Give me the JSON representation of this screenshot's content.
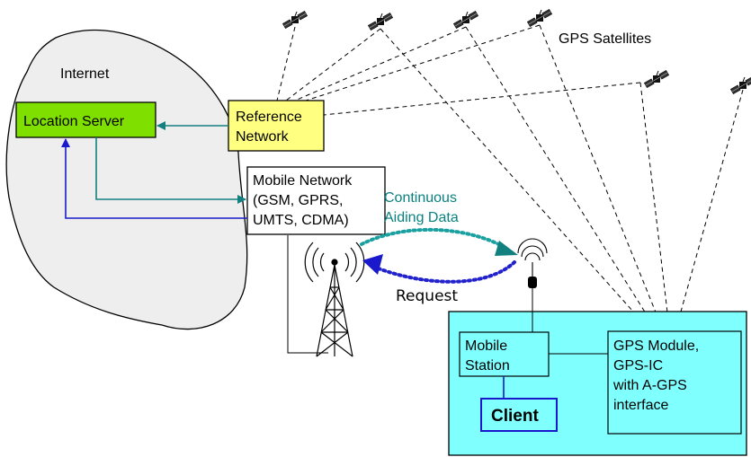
{
  "labels": {
    "gps_satellites": "GPS Satellites",
    "internet": "Internet",
    "location_server": "Location Server",
    "reference_network": [
      "Reference",
      "Network"
    ],
    "mobile_network": [
      "Mobile Network",
      "(GSM, GPRS,",
      "UMTS, CDMA)"
    ],
    "continuous_aiding": [
      "Continuous",
      "Aiding Data"
    ],
    "request": "Request",
    "mobile_station": [
      "Mobile",
      "Station"
    ],
    "gps_module": [
      "GPS Module,",
      "GPS-IC",
      "with A-GPS",
      "interface"
    ],
    "client": "Client"
  },
  "colors": {
    "location_server_fill": "#7fe000",
    "reference_network_fill": "#ffff80",
    "internet_fill": "#eeeeee",
    "client_area_fill": "#80ffff",
    "teal_arrow": "#138080",
    "blue_arrow": "#1a1acc",
    "aiding_dots": "#1aa0a0",
    "request_dots": "#2222cc"
  },
  "icons": [
    "satellite-icon",
    "radio-tower-icon",
    "antenna-icon"
  ]
}
